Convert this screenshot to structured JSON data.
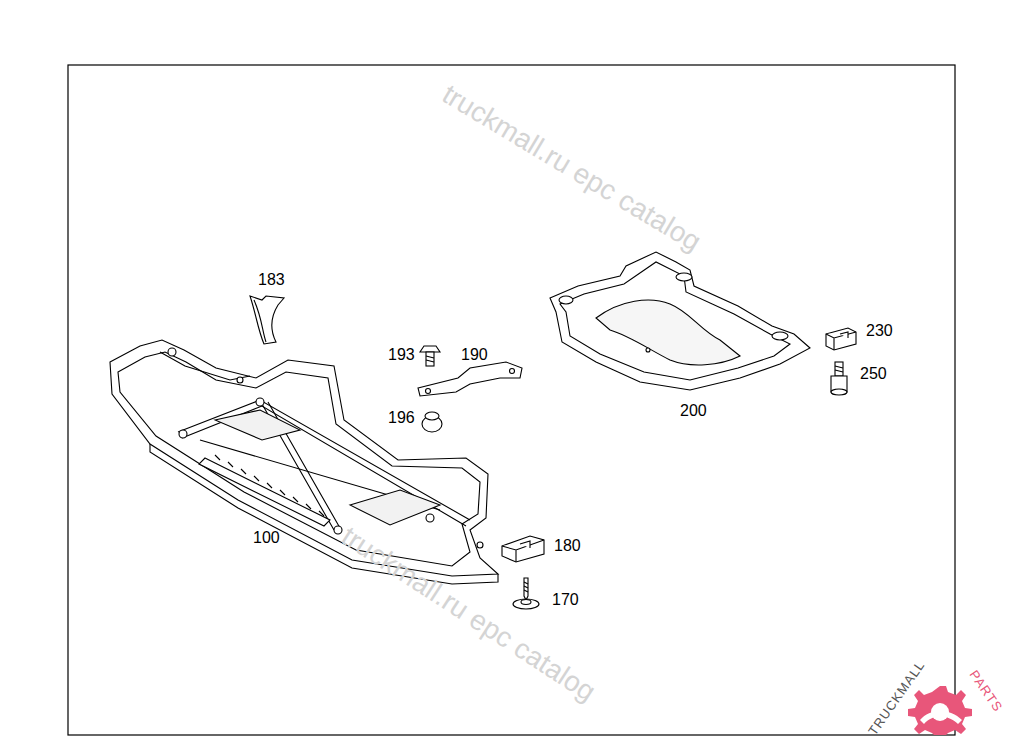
{
  "diagram": {
    "labels": [
      "183",
      "193",
      "190",
      "196",
      "100",
      "180",
      "170",
      "200",
      "230",
      "250",
      "truckmall.ru epc catalog",
      "truckmall.ru epc catalog",
      "TRUCKMALL",
      "PARTS"
    ]
  }
}
